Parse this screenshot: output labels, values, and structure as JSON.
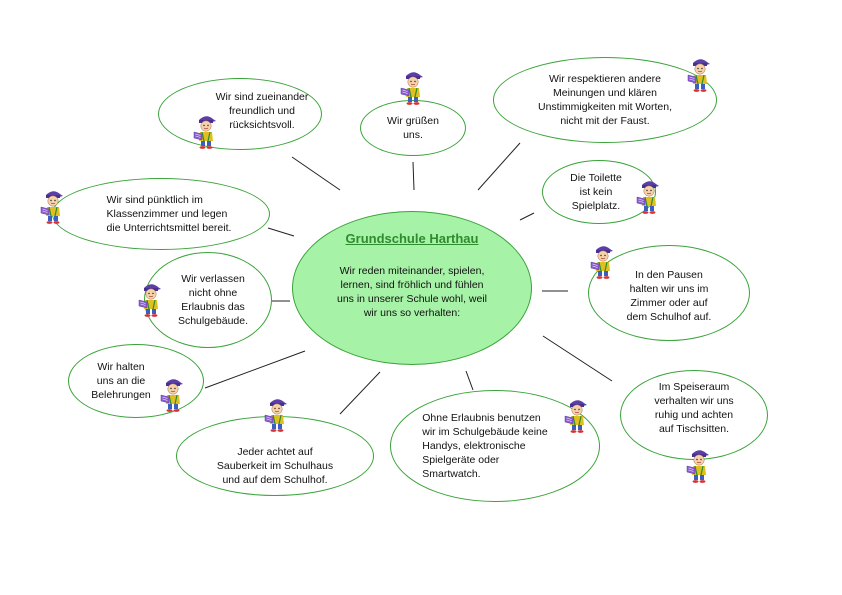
{
  "center": {
    "title": "Grundschule Harthau",
    "text": "Wir reden miteinander, spielen,\nlernen, sind fröhlich und fühlen\nuns in unserer Schule wohl, weil\nwir uns so verhalten:"
  },
  "rules": [
    "Wir sind zueinander\nfreundlich und\nrücksichtsvoll.",
    "Wir grüßen\nuns.",
    "Wir respektieren andere\nMeinungen und klären\nUnstimmigkeiten mit Worten,\nnicht mit der Faust.",
    "Die Toilette\nist kein\nSpielplatz.",
    "Wir     sind    pünktlich    im\nKlassenzimmer   und   legen\ndie Unterrichtsmittel bereit.",
    "In den Pausen\nhalten wir uns im\nZimmer oder auf\ndem Schulhof auf.",
    "Wir verlassen\nnicht ohne\nErlaubnis das\nSchulgebäude.",
    "Wir halten\nuns an die\nBelehrungen",
    "Im Speiseraum\nverhalten wir uns\nruhig und achten\nauf Tischsitten.",
    "Jeder achtet auf\nSauberkeit im Schulhaus\nund auf dem Schulhof.",
    "Ohne Erlaubnis benutzen\nwir im Schulgebäude keine\nHandys, elektronische\nSpielgeräte oder\nSmartwatch."
  ],
  "colors": {
    "center_fill": "#a6f2a6",
    "bubble_border": "#3aa33a",
    "title": "#2e8b2e"
  },
  "icon": "cartoon-schoolboy-with-cap-icon"
}
